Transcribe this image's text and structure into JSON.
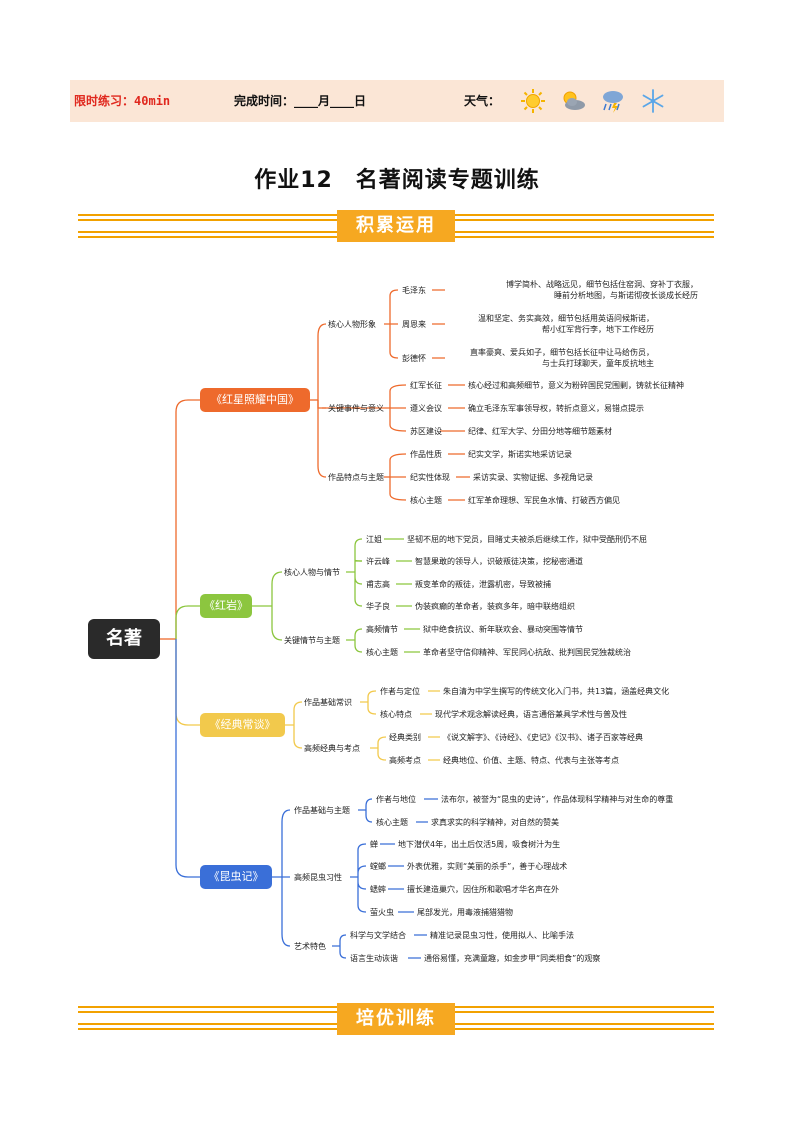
{
  "header": {
    "practice_label": "限时练习：",
    "practice_time": "40min",
    "done_label": "完成时间：____月____日",
    "weather_label": "天气："
  },
  "weather_icons": [
    "sun-icon",
    "partly-cloudy-icon",
    "storm-icon",
    "snowflake-icon"
  ],
  "title": "作业12　名著阅读专题训练",
  "section1": "积累运用",
  "section2": "培优训练",
  "root": "名著",
  "colors": {
    "book1": "#ee6a2c",
    "book2": "#8cc63f",
    "book3": "#f2c94c",
    "book4": "#3a6fd8",
    "band": "#f2a100",
    "section": "#f6a821"
  },
  "books": [
    {
      "name": "《红星照耀中国》",
      "groups": [
        {
          "name": "核心人物形象",
          "items": [
            {
              "k": "毛泽东",
              "v": "博学简朴、战略远见，细节包括住窑洞、穿补丁衣服，\n睡前分析地图，与斯诺彻夜长谈成长经历"
            },
            {
              "k": "周恩来",
              "v": "温和坚定、务实高效，细节包括用英语问候斯诺，\n帮小红军背行李，地下工作经历"
            },
            {
              "k": "彭德怀",
              "v": "直率豪爽、爱兵如子，细节包括长征中让马给伤员，\n与士兵打球聊天，童年反抗地主"
            }
          ]
        },
        {
          "name": "关键事件与意义",
          "items": [
            {
              "k": "红军长征",
              "v": "核心经过和高频细节，意义为粉碎国民党围剿，铸就长征精神"
            },
            {
              "k": "遵义会议",
              "v": "确立毛泽东军事领导权，转折点意义，易错点提示"
            },
            {
              "k": "苏区建设",
              "v": "纪律、红军大学、分田分地等细节题素材"
            }
          ]
        },
        {
          "name": "作品特点与主题",
          "items": [
            {
              "k": "作品性质",
              "v": "纪实文学，斯诺实地采访记录"
            },
            {
              "k": "纪实性体现",
              "v": "采访实录、实物证据、多视角记录"
            },
            {
              "k": "核心主题",
              "v": "红军革命理想、军民鱼水情、打破西方偏见"
            }
          ]
        }
      ]
    },
    {
      "name": "《红岩》",
      "groups": [
        {
          "name": "核心人物与情节",
          "items": [
            {
              "k": "江姐",
              "v": "坚韧不屈的地下党员，目睹丈夫被杀后继续工作，狱中受酷刑仍不屈"
            },
            {
              "k": "许云峰",
              "v": "智慧果敢的领导人，识破叛徒决策，挖秘密通道"
            },
            {
              "k": "甫志高",
              "v": "叛变革命的叛徒，泄露机密，导致被捕"
            },
            {
              "k": "华子良",
              "v": "伪装疯癫的革命者，装疯多年，暗中联络组织"
            }
          ]
        },
        {
          "name": "关键情节与主题",
          "items": [
            {
              "k": "高频情节",
              "v": "狱中绝食抗议、新年联欢会、暴动突围等情节"
            },
            {
              "k": "核心主题",
              "v": "革命者坚守信仰精神、军民同心抗敌、批判国民党独裁统治"
            }
          ]
        }
      ]
    },
    {
      "name": "《经典常谈》",
      "groups": [
        {
          "name": "作品基础常识",
          "items": [
            {
              "k": "作者与定位",
              "v": "朱自清为中学生撰写的传统文化入门书，共13篇，涵盖经典文化"
            },
            {
              "k": "核心特点",
              "v": "现代学术观念解读经典，语言通俗兼具学术性与普及性"
            }
          ]
        },
        {
          "name": "高频经典与考点",
          "items": [
            {
              "k": "经典类别",
              "v": "《说文解字》、《诗经》、《史记》《汉书》、诸子百家等经典"
            },
            {
              "k": "高频考点",
              "v": "经典地位、价值、主题、特点、代表与主张等考点"
            }
          ]
        }
      ]
    },
    {
      "name": "《昆虫记》",
      "groups": [
        {
          "name": "作品基础与主题",
          "items": [
            {
              "k": "作者与地位",
              "v": "法布尔，被誉为“昆虫的史诗”，作品体现科学精神与对生命的尊重"
            },
            {
              "k": "核心主题",
              "v": "求真求实的科学精神，对自然的赞美"
            }
          ]
        },
        {
          "name": "高频昆虫习性",
          "items": [
            {
              "k": "蝉",
              "v": "地下潜伏4年，出土后仅活5周，吸食树汁为生"
            },
            {
              "k": "螳螂",
              "v": "外表优雅，实则“美丽的杀手”，善于心理战术"
            },
            {
              "k": "蟋蟀",
              "v": "擅长建造巢穴，因住所和歌唱才华名声在外"
            },
            {
              "k": "萤火虫",
              "v": "尾部发光，用毒液捕猎猎物"
            }
          ]
        },
        {
          "name": "艺术特色",
          "items": [
            {
              "k": "科学与文学结合",
              "v": "精准记录昆虫习性，使用拟人、比喻手法"
            },
            {
              "k": "语言生动诙谐",
              "v": "通俗易懂，充满童趣，如金步甲“同类相食”的观察"
            }
          ]
        }
      ]
    }
  ]
}
